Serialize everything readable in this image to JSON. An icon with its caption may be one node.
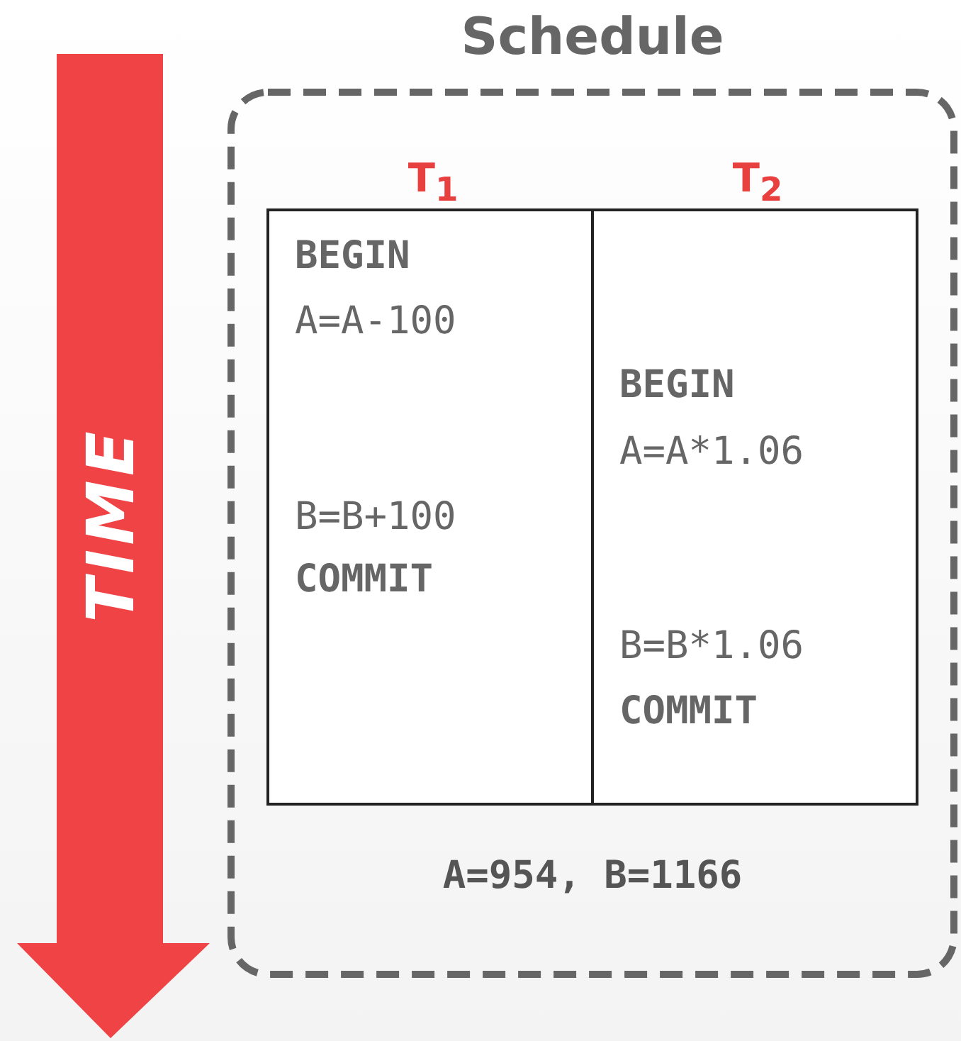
{
  "diagram": {
    "nodes": [
      {
        "text": [
          "Schedule"
        ]
      },
      {
        "text": [
          "T$_{1}$",
          "BEGIN",
          "A=A-100",
          "B=B+100",
          "COMMIT"
        ],
        "in": 0
      },
      {
        "text": [
          "T$_{2}$",
          "BEGIN",
          "A=A*1.06",
          "B=B*1.06",
          "COMMIT"
        ],
        "in": 0
      }
    ],
    "edges": [],
    "labels": [
      "TIME",
      "A=954, B=1166"
    ]
  }
}
